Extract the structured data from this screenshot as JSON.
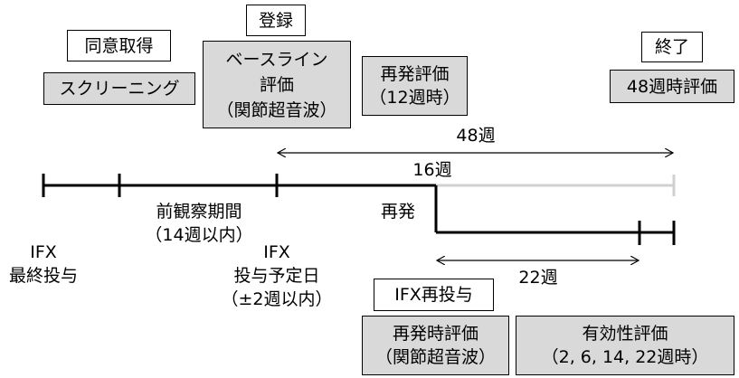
{
  "boxes": {
    "consent": "同意取得",
    "screening": "スクリーニング",
    "registration": "登録",
    "baseline": [
      "ベースライン",
      "評価",
      "（関節超音波）"
    ],
    "relapse_eval_12w": [
      "再発評価",
      "（12週時）"
    ],
    "end": "終了",
    "eval_48w": "48週時評価",
    "ifx_redose": "IFX再投与",
    "relapse_time_eval": [
      "再発時評価",
      "（関節超音波）"
    ],
    "efficacy_eval": [
      "有効性評価",
      "（2, 6, 14, 22週時）"
    ]
  },
  "labels": {
    "span_48w": "48週",
    "point_16w": "16週",
    "observation_period": [
      "前観察期間",
      "（14週以内）"
    ],
    "relapse": "再発",
    "ifx_last_dose": [
      "IFX",
      "最終投与"
    ],
    "ifx_planned_dose": [
      "IFX",
      "投与予定日",
      "（±2週以内）"
    ],
    "span_22w": "22週"
  },
  "colors": {
    "box_fill": "#d9d9d9",
    "line_main": "#000000",
    "line_faded": "#d0d0d0"
  }
}
